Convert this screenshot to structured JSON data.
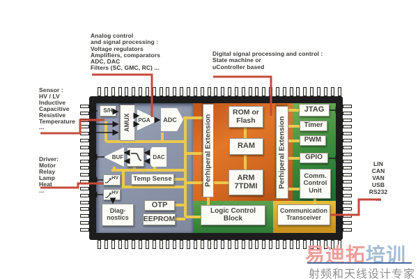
{
  "palette": {
    "analog_bg": "#8d96aa",
    "digital_bg": "#d2671f",
    "io_bg": "#3f8f3d",
    "logic_bg": "#47923f",
    "transceiver_bg": "#dcaa28",
    "bus_yellow": "#ecc84e",
    "annotation_red": "#c64a3a",
    "chip_body": "#1d1d1d",
    "watermark_pink": "#ec9e9a",
    "watermark_blue": "#a5bcd6"
  },
  "annotations": {
    "analog_note": "Analog control\nand signal processing :\nVoltage regulators\nAmplifiers, comparators\nADC, DAC\nFilters (SC, GMC, RC) ...",
    "digital_note": "Digital signal processing and control :\nState machine or\nuController based",
    "sensor_note": "Sensor :\nHV / LV\nInductive\nCapacitive\nResistive\nTemperature\n...",
    "driver_note": "Driver:\nMotor\nRelay\nLamp\nHeat\n...",
    "comm_note": "LIN\nCAN\nVAN\nUSB\nRS232\n..."
  },
  "chip": {
    "analog": {
      "sh": "S/H",
      "amux": "AMUX",
      "pga": "PGA",
      "adc": "ADC",
      "buf": "BUF",
      "dac": "DAC",
      "hv1": "HV",
      "hv2": "HV",
      "temp_sense": "Temp Sense",
      "diagnostics": "Diag-\nnostics",
      "otp": "OTP",
      "eeprom": "EEPROM"
    },
    "digital": {
      "peripheral_ext": "Perhiperal Extension",
      "rom": "ROM or\nFlash",
      "ram": "RAM",
      "arm": "ARM\n7TDMI",
      "logic": "Logic Control\nBlock"
    },
    "io": {
      "peripheral_ext": "Perhiperal Extension",
      "jtag": "JTAG",
      "timer": "Timer",
      "pwm": "PWM",
      "gpio": "GPIO",
      "ccu": "Comm.\nControl\nUnit",
      "transceiver": "Communication\nTransceiver"
    }
  },
  "watermark": {
    "brand_main": "易迪拓",
    "brand_suffix": "培训",
    "tagline": "射频和天线设计专家"
  }
}
